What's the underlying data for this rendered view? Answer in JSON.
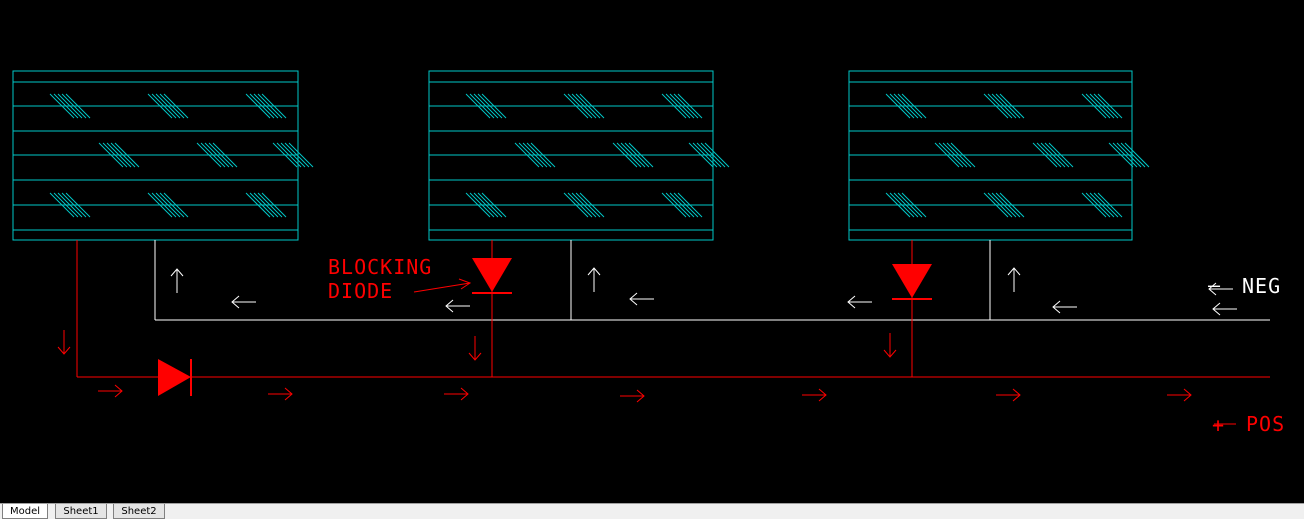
{
  "drawing": {
    "annotation_blocking_diode": [
      "BLOCKING",
      "DIODE"
    ],
    "label_negative": "NEG",
    "label_positive": "POS",
    "label_negative_sign": "—",
    "label_positive_sign": "+",
    "colors": {
      "background": "#000000",
      "panel": "#00c8c8",
      "negative_wire": "#ffffff",
      "positive_wire": "#ff0000"
    },
    "panel_count": 3,
    "diode_count": 3
  },
  "tabs": [
    {
      "label": "Model",
      "active": true
    },
    {
      "label": "Sheet1",
      "active": false
    },
    {
      "label": "Sheet2",
      "active": false
    }
  ]
}
